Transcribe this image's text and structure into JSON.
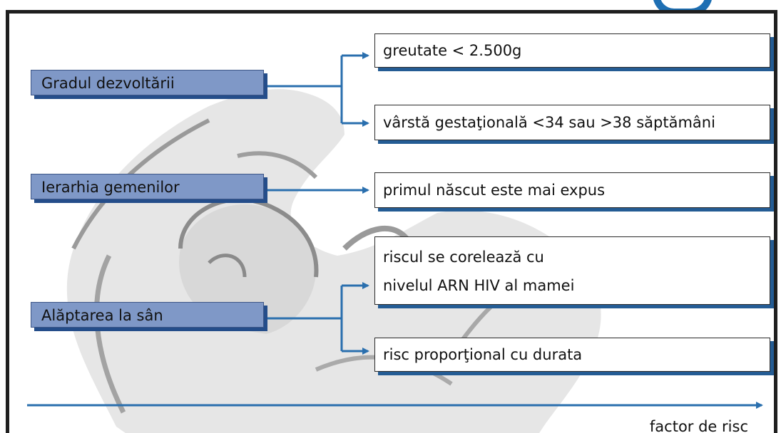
{
  "categories": [
    {
      "label": "Gradul dezvoltării"
    },
    {
      "label": "Ierarhia gemenilor"
    },
    {
      "label": "Alăptarea la sân"
    }
  ],
  "factors": [
    {
      "lines": [
        "greutate < 2.500g"
      ]
    },
    {
      "lines": [
        "vârstă gestaţională <34 sau >38 săptămâni"
      ]
    },
    {
      "lines": [
        "primul născut este mai expus"
      ]
    },
    {
      "lines": [
        "riscul se corelează cu",
        "nivelul ARN HIV al mamei"
      ]
    },
    {
      "lines": [
        "risc proporţional cu durata"
      ]
    }
  ],
  "axis": {
    "label": "factor de risc"
  },
  "colors": {
    "category_fill": "#7f98c7",
    "category_shadow": "#244d8a",
    "box_shadow": "#245c94",
    "connector": "#2a6fae",
    "frame": "#1f1f1f",
    "illustration_fill": "#e4e4e4"
  },
  "illustration": {
    "subject": "mother-breastfeeding-infant"
  }
}
